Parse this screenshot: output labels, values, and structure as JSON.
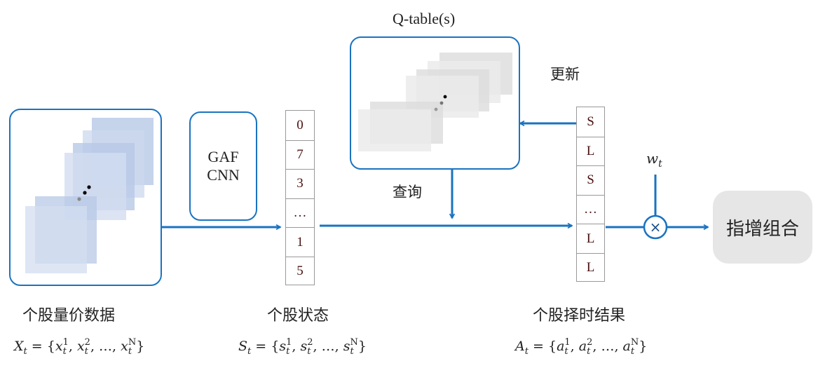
{
  "title": "Q-table(s)",
  "input_block": {
    "label": "个股量价数据",
    "formula": {
      "lhs": "X",
      "sub": "t",
      "var": "x",
      "last_sup": "N"
    }
  },
  "model_block": {
    "line1": "GAF",
    "line2": "CNN"
  },
  "state_vector": {
    "label": "个股状态",
    "cells": [
      "0",
      "7",
      "3",
      "…",
      "1",
      "5"
    ],
    "formula": {
      "lhs": "S",
      "sub": "t",
      "var": "s",
      "last_sup": "N"
    }
  },
  "action_vector": {
    "label": "个股择时结果",
    "cells": [
      "S",
      "L",
      "S",
      "…",
      "L",
      "L"
    ],
    "formula": {
      "lhs": "A",
      "sub": "t",
      "var": "a",
      "last_sup": "N"
    }
  },
  "edges": {
    "query_label": "查询",
    "update_label": "更新",
    "weight_label": "w",
    "weight_sub": "t",
    "multiply_symbol": "×"
  },
  "output": {
    "label": "指增组合"
  },
  "colors": {
    "accent": "#1a73c0",
    "stack_blue": "#b7c8e6",
    "stack_gray": "#dcdcdc",
    "output_bg": "#e6e6e6",
    "cell_text": "#4a1010"
  }
}
